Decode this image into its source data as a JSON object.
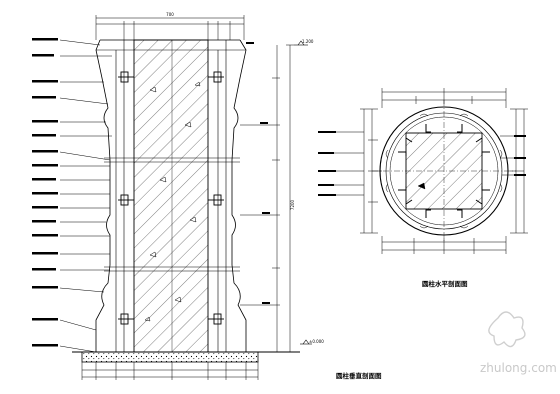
{
  "elevation": {
    "top_level": "1.200",
    "bottom_level": "±0.000",
    "total_height": "7200",
    "top_width": "700"
  },
  "section_title": "圆柱水平剖面图",
  "elevation_title": "圆柱垂直剖面图",
  "watermark": "zhulong.com",
  "colors": {
    "line": "#000000",
    "watermark": "#c9c9c9"
  }
}
